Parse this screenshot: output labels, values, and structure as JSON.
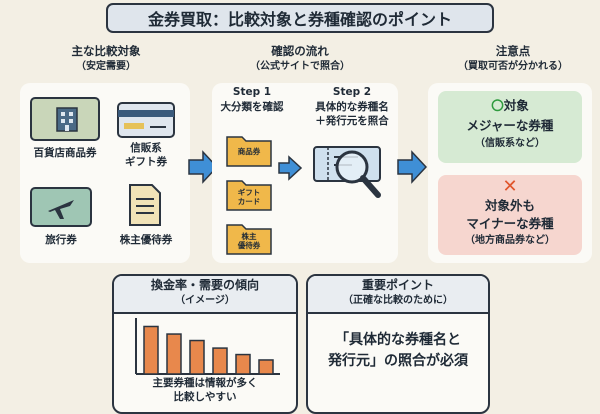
{
  "title": "金券買取：比較対象と券種確認のポイント",
  "comparison": {
    "header": "主な比較対象",
    "subheader": "（安定需要）",
    "items": [
      {
        "label": "百貨店商品券",
        "icon": "building-icon"
      },
      {
        "label": "信販系\nギフト券",
        "icon": "credit-card-icon"
      },
      {
        "label": "旅行券",
        "icon": "airplane-icon"
      },
      {
        "label": "株主優待券",
        "icon": "document-icon"
      }
    ]
  },
  "flow": {
    "header": "確認の流れ",
    "subheader": "（公式サイトで照合）",
    "step1": {
      "label": "Step 1",
      "desc": "大分類を確認"
    },
    "folders": [
      "商品券",
      "ギフト\nカード",
      "株主\n優待券"
    ],
    "step2": {
      "label": "Step 2",
      "desc": "具体的な券種名\n＋発行元を照合"
    }
  },
  "notes": {
    "header": "注意点",
    "subheader": "（買取可否が分かれる）",
    "ok": {
      "mark": "〇",
      "label": "対象",
      "title": "メジャーな券種",
      "sub": "（信販系など）"
    },
    "ng": {
      "mark": "✕",
      "label": "対象外も",
      "title": "マイナーな券種",
      "sub": "（地方商品券など）"
    }
  },
  "trend": {
    "title": "換金率・需要の傾向",
    "subtitle": "（イメージ）",
    "caption": "主要券種は情報が多く\n比較しやすい",
    "colors": {
      "axis": "#2b3440",
      "bar": "#e8884c"
    }
  },
  "chart_data": {
    "type": "bar",
    "categories": [],
    "values": [
      0.88,
      0.74,
      0.62,
      0.48,
      0.36,
      0.26
    ],
    "title": "",
    "xlabel": "",
    "ylabel": ""
  },
  "key_point": {
    "title": "重要ポイント",
    "subtitle": "（正確な比較のために）",
    "text": "「具体的な券種名と\n発行元」の照合が必須"
  },
  "colors": {
    "accent_blue": "#3f8fd6",
    "ok_green": "#2e9a3e",
    "ng_orange": "#e0552b"
  }
}
